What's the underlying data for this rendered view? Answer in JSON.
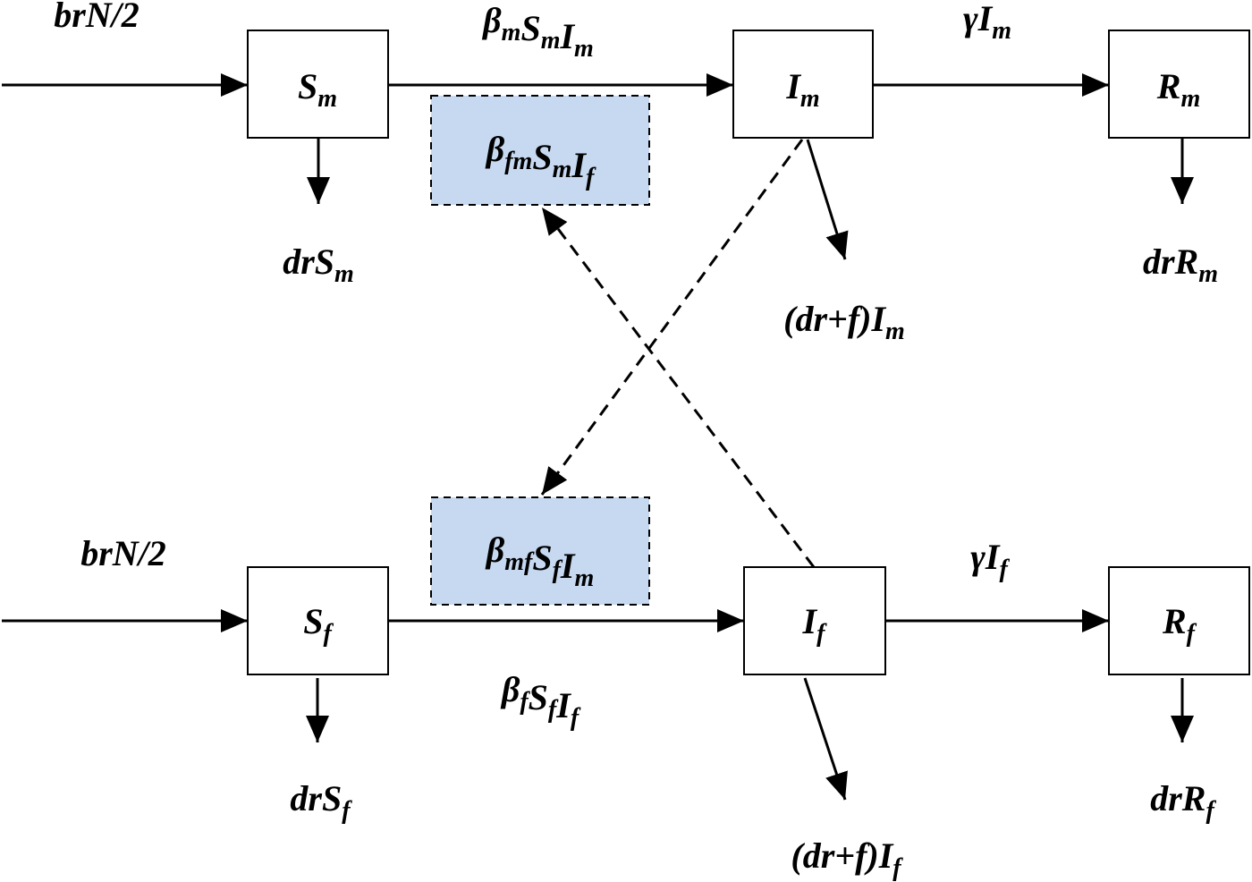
{
  "diagram": {
    "title": "Sex-structured SIR compartment model",
    "colors": {
      "stroke": "#000000",
      "transmission_box_fill": "#c6d9f1",
      "box_fill": "#ffffff"
    },
    "compartments": [
      {
        "id": "Sm",
        "base": "S",
        "sub": "m"
      },
      {
        "id": "Im",
        "base": "I",
        "sub": "m"
      },
      {
        "id": "Rm",
        "base": "R",
        "sub": "m"
      },
      {
        "id": "Sf",
        "base": "S",
        "sub": "f"
      },
      {
        "id": "If",
        "base": "I",
        "sub": "f"
      },
      {
        "id": "Rf",
        "base": "R",
        "sub": "f"
      }
    ],
    "cross_transmission": [
      {
        "id": "beta_fm",
        "parts": [
          {
            "t": "β"
          },
          {
            "s": "fm"
          },
          {
            "t": "S"
          },
          {
            "s": "m"
          },
          {
            "t": "I"
          },
          {
            "s": "f"
          }
        ]
      },
      {
        "id": "beta_mf",
        "parts": [
          {
            "t": "β"
          },
          {
            "s": "mf"
          },
          {
            "t": "S"
          },
          {
            "s": "f"
          },
          {
            "t": "I"
          },
          {
            "s": "m"
          }
        ]
      }
    ],
    "flow_labels": {
      "birth_m": {
        "parts": [
          {
            "t": "brN/2"
          }
        ]
      },
      "birth_f": {
        "parts": [
          {
            "t": "brN/2"
          }
        ]
      },
      "infection_m": {
        "parts": [
          {
            "t": "β"
          },
          {
            "s": "m"
          },
          {
            "t": "S"
          },
          {
            "s": "m"
          },
          {
            "t": "I"
          },
          {
            "s": "m"
          }
        ]
      },
      "infection_f": {
        "parts": [
          {
            "t": "β"
          },
          {
            "s": "f"
          },
          {
            "t": "S"
          },
          {
            "s": "f"
          },
          {
            "t": "I"
          },
          {
            "s": "f"
          }
        ]
      },
      "recovery_m": {
        "parts": [
          {
            "t": "γI"
          },
          {
            "s": "m"
          }
        ]
      },
      "recovery_f": {
        "parts": [
          {
            "t": "γI"
          },
          {
            "s": "f"
          }
        ]
      },
      "death_Sm": {
        "parts": [
          {
            "t": "drS"
          },
          {
            "s": "m"
          }
        ]
      },
      "death_Sf": {
        "parts": [
          {
            "t": "drS"
          },
          {
            "s": "f"
          }
        ]
      },
      "death_Rm": {
        "parts": [
          {
            "t": "drR"
          },
          {
            "s": "m"
          }
        ]
      },
      "death_Rf": {
        "parts": [
          {
            "t": "drR"
          },
          {
            "s": "f"
          }
        ]
      },
      "death_Im": {
        "parts": [
          {
            "t": "(dr+f)I"
          },
          {
            "s": "m"
          }
        ]
      },
      "death_If": {
        "parts": [
          {
            "t": "(dr+f)I"
          },
          {
            "s": "f"
          }
        ]
      }
    }
  }
}
